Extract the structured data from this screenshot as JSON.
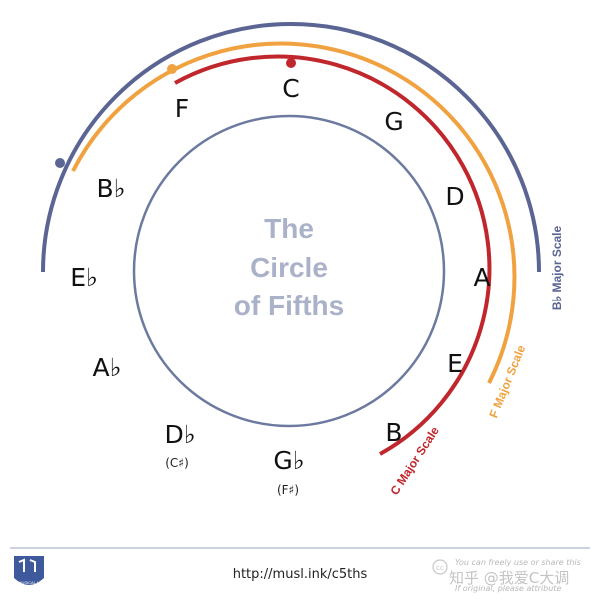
{
  "title_lines": [
    "The",
    "Circle",
    "of Fifths"
  ],
  "notes": [
    {
      "name": "note-c",
      "label": "C"
    },
    {
      "name": "note-g",
      "label": "G"
    },
    {
      "name": "note-d",
      "label": "D"
    },
    {
      "name": "note-a",
      "label": "A"
    },
    {
      "name": "note-e",
      "label": "E"
    },
    {
      "name": "note-b",
      "label": "B"
    },
    {
      "name": "note-gb",
      "label": "G♭",
      "enharmonic": "(F♯)"
    },
    {
      "name": "note-db",
      "label": "D♭",
      "enharmonic": "(C♯)"
    },
    {
      "name": "note-ab",
      "label": "A♭"
    },
    {
      "name": "note-eb",
      "label": "E♭"
    },
    {
      "name": "note-bb",
      "label": "B♭"
    },
    {
      "name": "note-f",
      "label": "F"
    }
  ],
  "scale_arcs": [
    {
      "label": "C Major Scale",
      "color": "#c0272d"
    },
    {
      "label": "F Major Scale",
      "color": "#f0a240"
    },
    {
      "label": "B♭ Major Scale",
      "color": "#5b6593"
    }
  ],
  "footer": {
    "url": "http://musl.ink/c5ths",
    "logo_text": "MUSICAL U",
    "watermark_line1": "You can freely use or share this",
    "watermark_line2": "If original, please attribute",
    "watermark_cn": "知乎 @我爱C大调"
  },
  "colors": {
    "inner_circle": "#6d7aa0",
    "title": "#aab2c9",
    "divider": "#9aa4c0",
    "logo": "#3f5a9c"
  }
}
